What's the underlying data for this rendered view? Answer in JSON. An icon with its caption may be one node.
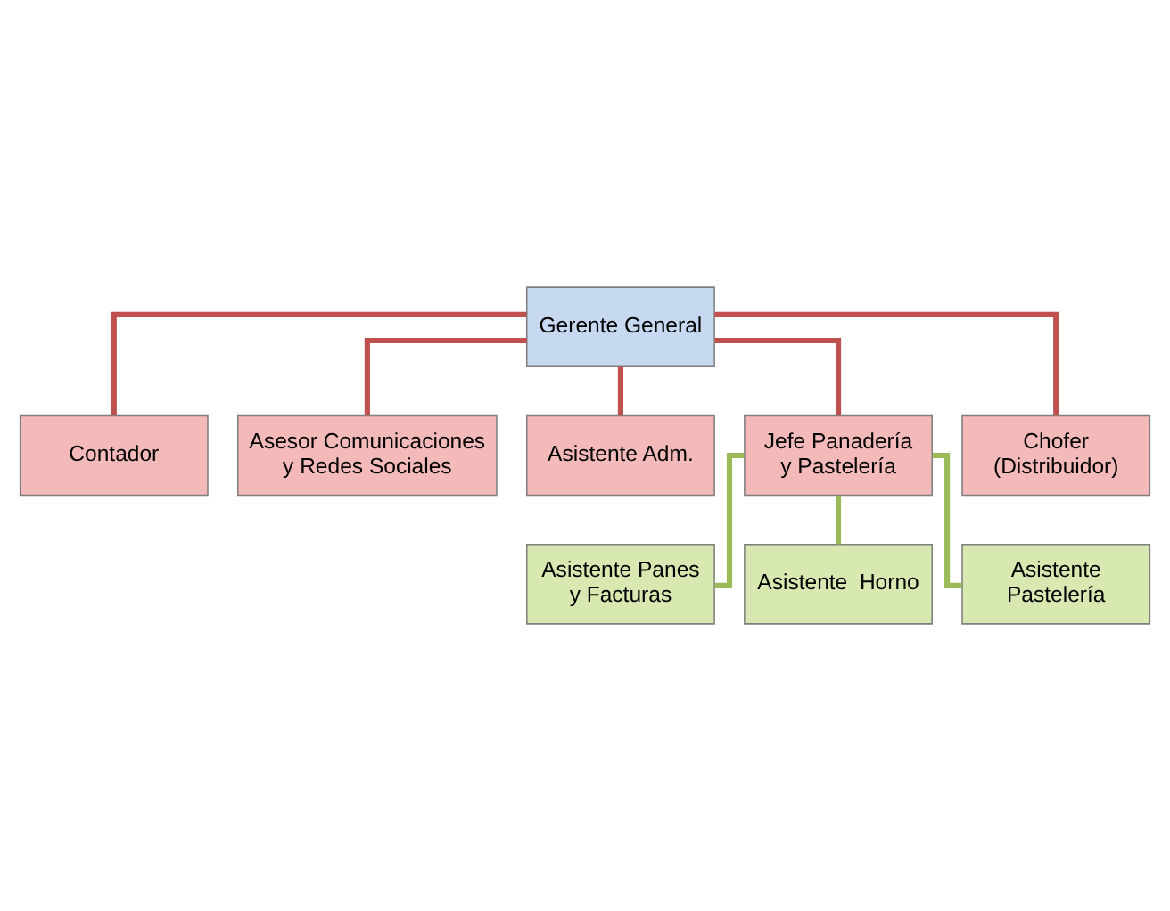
{
  "diagram": {
    "nodes": [
      {
        "text": [
          "Gerente General"
        ]
      },
      {
        "text": [
          "Contador"
        ]
      },
      {
        "text": [
          "Asesor Comunicaciones y Redes Sociales"
        ]
      },
      {
        "text": [
          "Asistente Adm."
        ]
      },
      {
        "text": [
          "Jefe Panadería y Pastelería"
        ]
      },
      {
        "text": [
          "Chofer (Distribuidor)"
        ]
      },
      {
        "text": [
          "Asistente Panes y Facturas"
        ]
      },
      {
        "text": [
          "Asistente  Horno"
        ]
      },
      {
        "text": [
          "Asistente Pastelería"
        ]
      }
    ],
    "edges": [
      {
        "from": 0,
        "to": 1,
        "arrow": "none"
      },
      {
        "from": 0,
        "to": 2,
        "arrow": "none"
      },
      {
        "from": 0,
        "to": 3,
        "arrow": "none"
      },
      {
        "from": 0,
        "to": 4,
        "arrow": "none"
      },
      {
        "from": 0,
        "to": 5,
        "arrow": "none"
      },
      {
        "from": 4,
        "to": 6,
        "arrow": "none",
        "color": "#9bbb59"
      },
      {
        "from": 4,
        "to": 7,
        "arrow": "none",
        "color": "#9bbb59"
      },
      {
        "from": 4,
        "to": 8,
        "arrow": "none",
        "color": "#9bbb59"
      }
    ]
  }
}
